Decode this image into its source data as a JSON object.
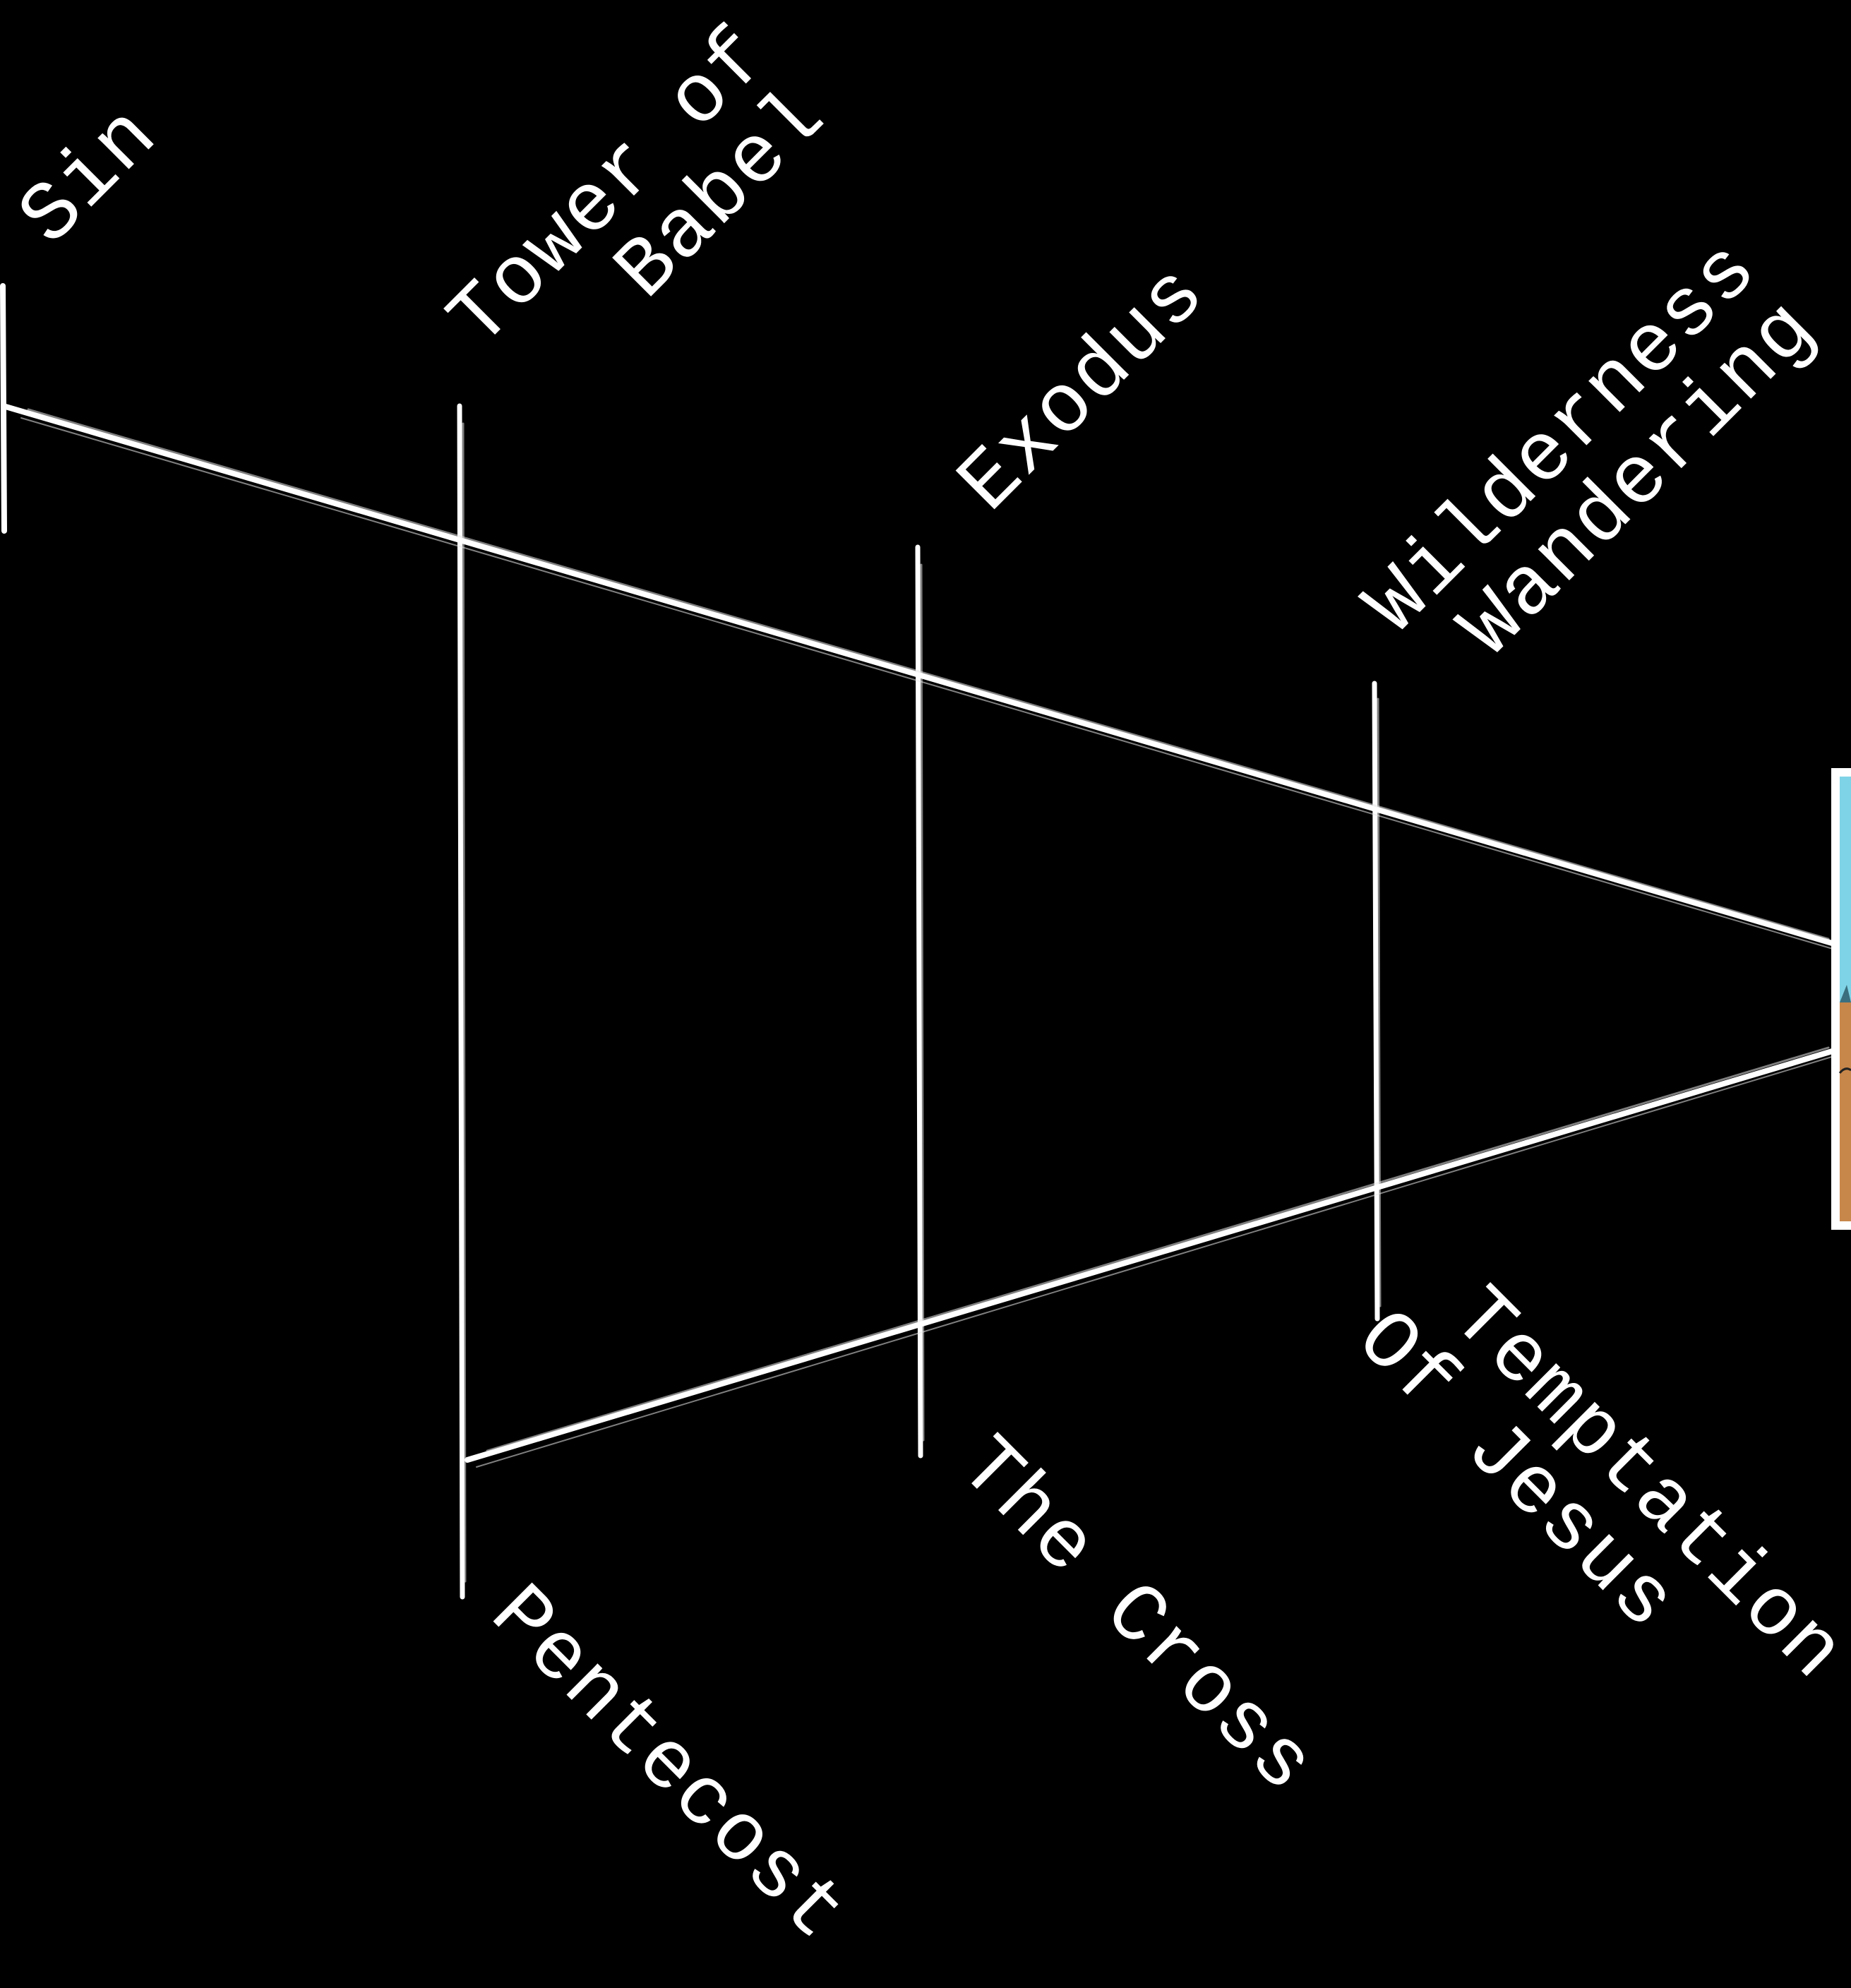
{
  "diagram": {
    "upper_labels": [
      {
        "id": "sin",
        "lines": [
          "Sin"
        ]
      },
      {
        "id": "tower",
        "lines": [
          "Tower of",
          "Babel"
        ]
      },
      {
        "id": "exodus",
        "lines": [
          "Exodus"
        ]
      },
      {
        "id": "wilderness",
        "lines": [
          "Wilderness",
          "Wandering"
        ]
      }
    ],
    "lower_labels": [
      {
        "id": "pentecost",
        "lines": [
          "Pentecost"
        ]
      },
      {
        "id": "cross",
        "lines": [
          "The Cross"
        ]
      },
      {
        "id": "temptation",
        "lines": [
          "Temptation",
          "Of Jesus"
        ]
      }
    ],
    "colors": {
      "background": "#000000",
      "chalk": "#ffffff",
      "sky": "#7fd3e6",
      "ground": "#c8874a"
    },
    "picture_icon": "landscape-picture-icon"
  }
}
